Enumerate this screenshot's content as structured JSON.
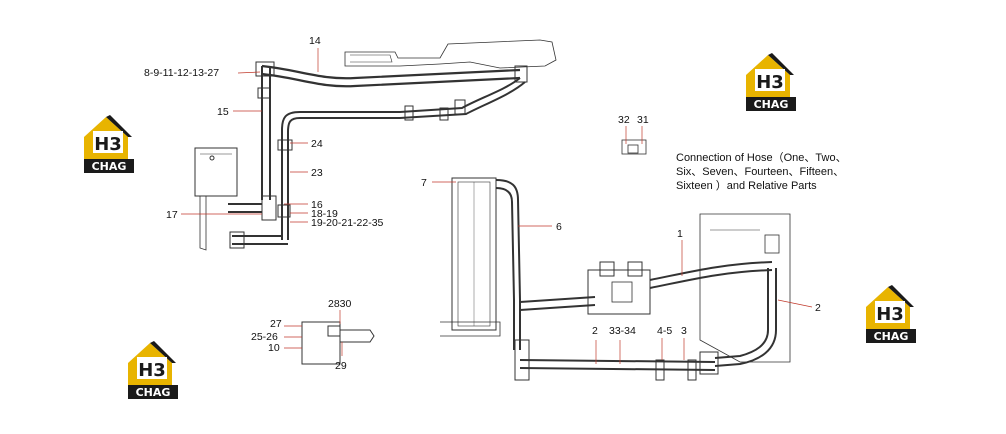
{
  "description_lines": [
    "Connection of Hose（One、Two、",
    "Six、Seven、Fourteen、Fifteen、",
    "Sixteen ）and Relative Parts"
  ],
  "logo": {
    "text": "CHAG",
    "mark": "H3",
    "accent": "#e8b400",
    "dark": "#1a1a1a"
  },
  "callouts": {
    "c14": "14",
    "c8": "8-9-11-12-13-27",
    "c15": "15",
    "c24": "24",
    "c23": "23",
    "c16": "16",
    "c17": "17",
    "c18": "18-19",
    "c19": "19-20-21-22-35",
    "c7": "7",
    "c6": "6",
    "c3231a": "32",
    "c3231b": "31",
    "c1": "1",
    "c2r": "2",
    "c2b": "2",
    "c3334": "33-34",
    "c45": "4-5",
    "c3": "3",
    "c2830": "2830",
    "c27": "27",
    "c2526": "25-26",
    "c10": "10",
    "c29": "29"
  }
}
